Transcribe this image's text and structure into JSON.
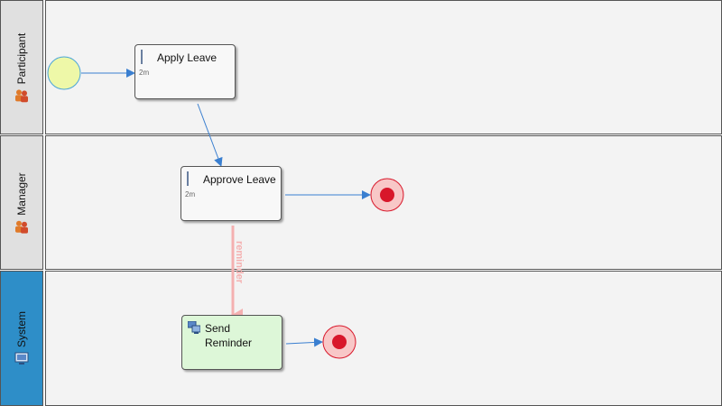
{
  "lanes": [
    {
      "name": "Participant",
      "icon": "participant-icon"
    },
    {
      "name": "Manager",
      "icon": "participant-icon"
    },
    {
      "name": "System",
      "icon": "system-icon"
    }
  ],
  "tasks": {
    "apply_leave": {
      "label": "Apply Leave",
      "sub": "2m"
    },
    "approve_leave": {
      "label": "Approve Leave",
      "sub": "2m"
    },
    "send_reminder": {
      "label_line1": "Send",
      "label_line2": "Reminder"
    }
  },
  "connections": {
    "reminder_label": "reminder"
  },
  "colors": {
    "start_fill": "#eef8a8",
    "start_stroke": "#4aa5d8",
    "end_fill": "#f8c7c7",
    "end_core": "#d8172a",
    "flow": "#3a7fd0",
    "reminder_flow": "#f4b0b0",
    "system_lane": "#2e8ec8",
    "system_task": "#ddf7d8"
  }
}
